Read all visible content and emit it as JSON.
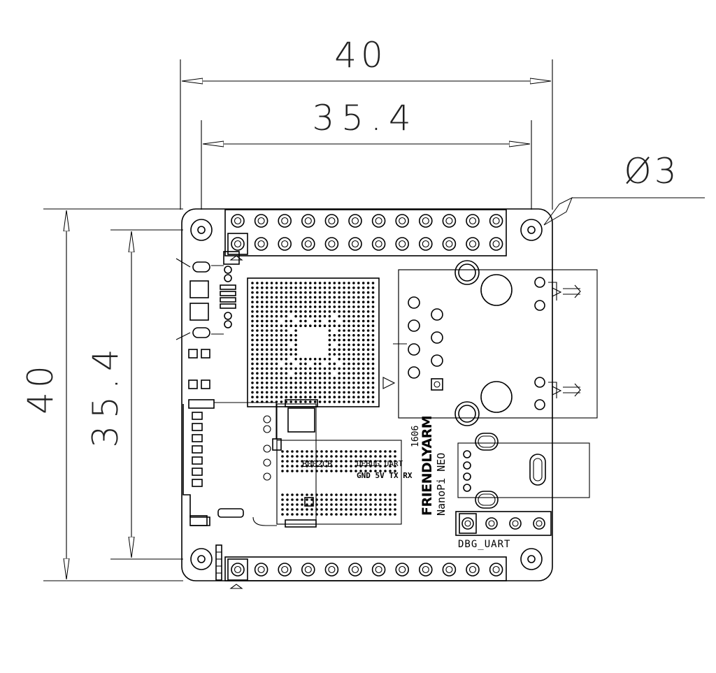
{
  "dimensions": {
    "top_outer": "40",
    "top_inner": "35.4",
    "left_outer": "40",
    "left_inner": "35.4",
    "hole_diameter": "Ø3"
  },
  "board": {
    "brand": "FRIENDLYARM",
    "model": "NanoPi NEO",
    "date_code": "1606",
    "uart_header": "DBG_UART",
    "uart_pins": "GND 5V TX RX",
    "uart_pins_faint": "DEBUG UART",
    "ghost_code": "B002CB"
  }
}
